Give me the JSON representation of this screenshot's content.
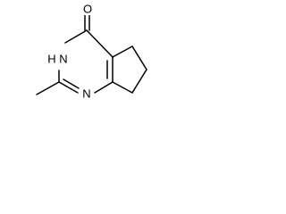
{
  "molecule": {
    "atoms": {
      "o1": "O",
      "n3": "N",
      "n3_h": "H",
      "n1": "N"
    },
    "bond_color": "#000000",
    "background_color": "#ffffff"
  }
}
